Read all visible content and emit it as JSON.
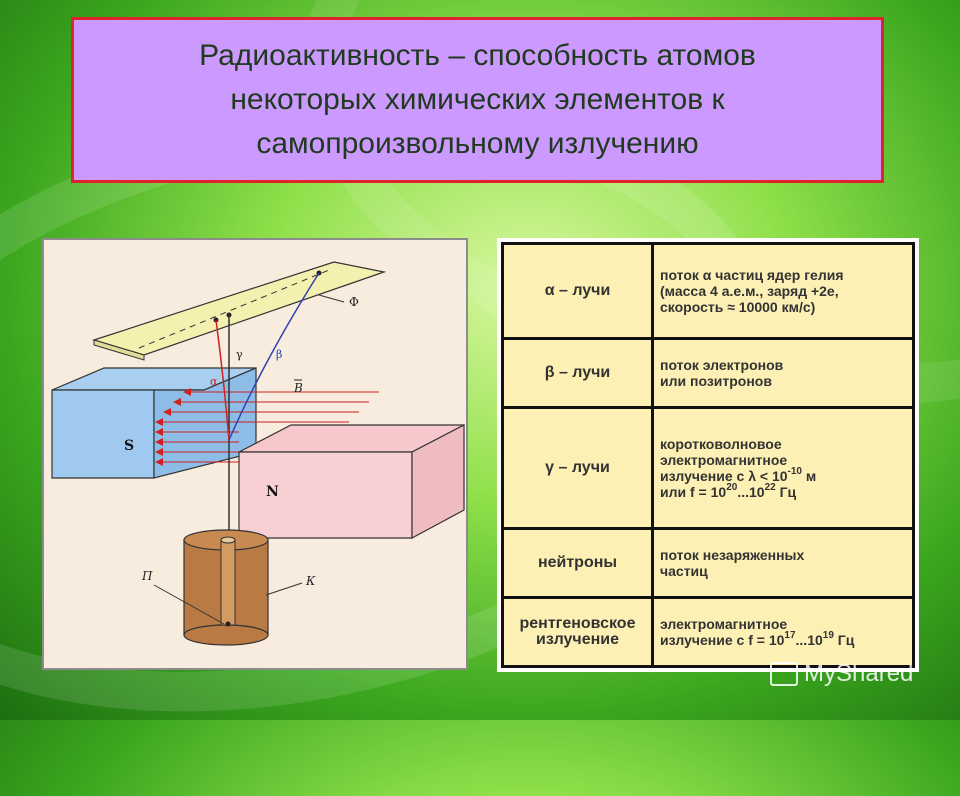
{
  "definition": {
    "line1": "Радиоактивность – способность атомов",
    "line2": "некоторых химических элементов к",
    "line3": "самопроизвольному излучению"
  },
  "diagram": {
    "label_phi": "Ф",
    "label_gamma": "γ",
    "label_beta": "β",
    "label_alpha": "α",
    "label_B": "B",
    "label_S": "S",
    "label_N": "N",
    "label_P": "П",
    "label_K": "К"
  },
  "table": {
    "rows": [
      {
        "name": "α – лучи",
        "desc1": "поток α частиц ядер гелия",
        "desc2": "(масса 4 а.е.м., заряд +2е,",
        "desc3": "скорость ≈ 10000 км/с)"
      },
      {
        "name": "β – лучи",
        "desc1": "поток электронов",
        "desc2": "или позитронов"
      },
      {
        "name": "γ – лучи",
        "desc1": "коротковолновое",
        "desc2": "электромагнитное",
        "desc3a": "излучение с λ < 10",
        "desc3sup": "-10",
        "desc3b": " м",
        "desc4a": "или  f = 10",
        "desc4sup1": "20",
        "desc4b": "...10",
        "desc4sup2": "22",
        "desc4c": " Гц"
      },
      {
        "name": "нейтроны",
        "desc1": "поток незаряженных",
        "desc2": "частиц"
      },
      {
        "name1": "рентгеновское",
        "name2": "излучение",
        "desc1": "электромагнитное",
        "desc2a": "излучение с f = 10",
        "desc2sup1": "17",
        "desc2b": "...10",
        "desc2sup2": "19",
        "desc2c": " Гц"
      }
    ]
  },
  "watermark": {
    "text": "MyShared"
  },
  "colors": {
    "definition_bg": "#cc99ff",
    "definition_border": "#e0222a",
    "table_bg": "#fdf0b4",
    "alpha": "#d8202a",
    "beta": "#2040b0"
  }
}
